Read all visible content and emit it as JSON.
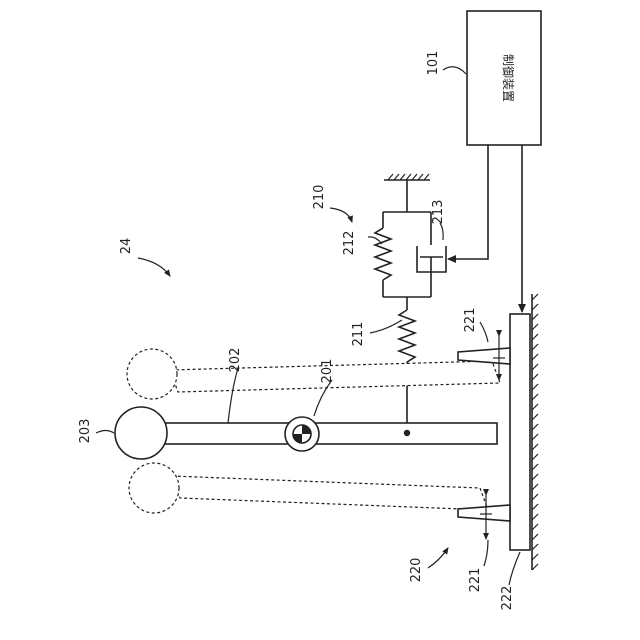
{
  "labels": {
    "controller_box": "制御装置",
    "ref_24": "24",
    "ref_101": "101",
    "ref_201": "201",
    "ref_202": "202",
    "ref_203": "203",
    "ref_210": "210",
    "ref_211": "211",
    "ref_212": "212",
    "ref_213": "213",
    "ref_220": "220",
    "ref_221_top": "221",
    "ref_221_bottom": "221",
    "ref_222": "222"
  }
}
